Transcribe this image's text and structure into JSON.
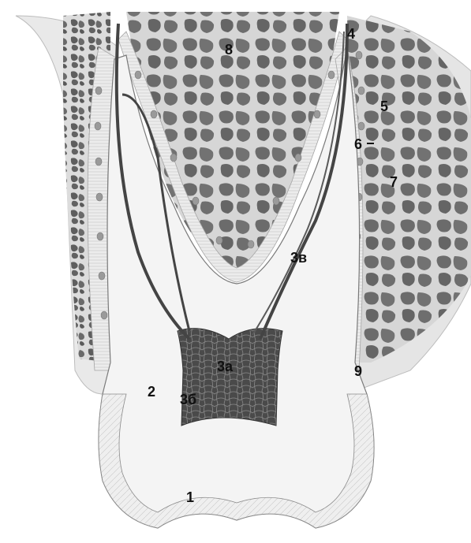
{
  "labels": {
    "crown": "1",
    "dentin": "2",
    "pulp_a": "3а",
    "pulp_b": "3б",
    "pulp_c": "3в",
    "apex": "4",
    "cement": "5",
    "periodontal_ligament": "6",
    "bone": "7",
    "interradicular_septum": "8",
    "gum": "9"
  },
  "colors": {
    "bone": "#6e6e6e",
    "bone_light": "#cfcfcf",
    "tooth": "#f2f2f2",
    "pulp": "#4a4a4a",
    "outline": "#555555"
  }
}
